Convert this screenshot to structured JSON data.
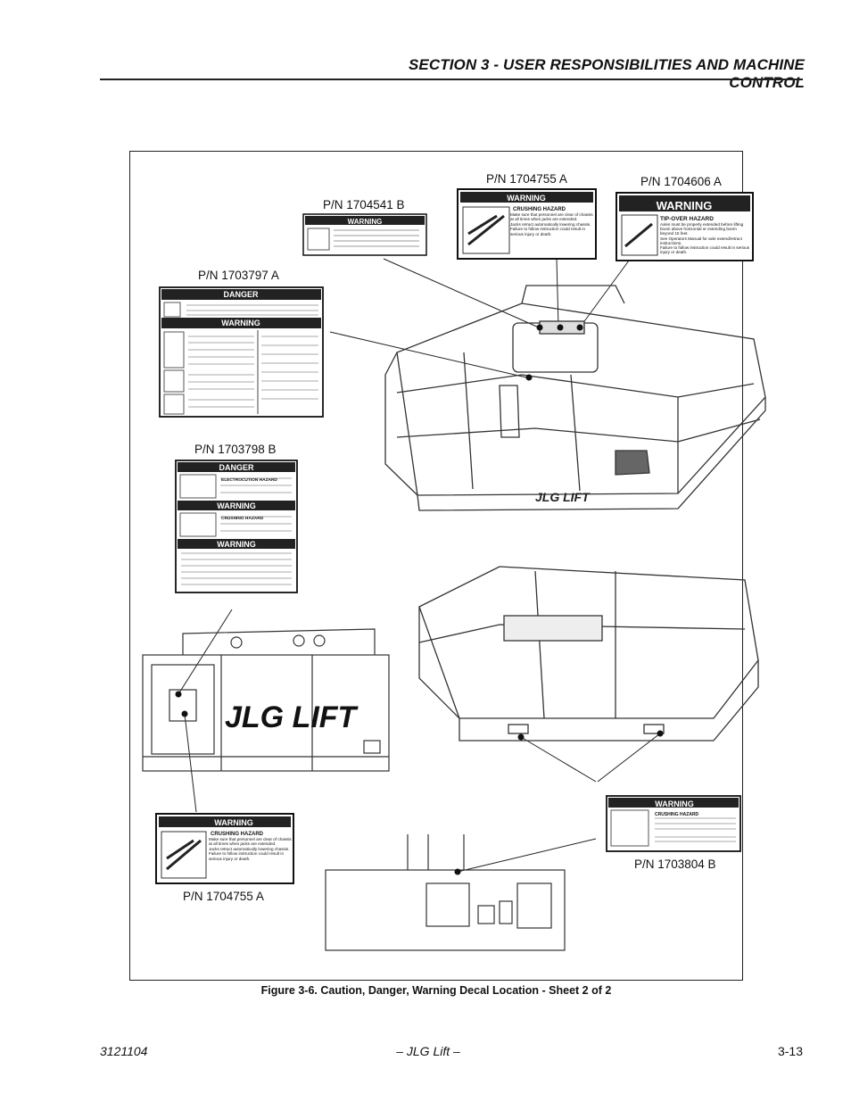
{
  "header": {
    "section_title": "SECTION 3 - USER RESPONSIBILITIES AND MACHINE CONTROL"
  },
  "figure": {
    "caption": "Figure 3-6.  Caution, Danger, Warning Decal Location - Sheet 2 of 2",
    "part_numbers": {
      "p1704541": "P/N 1704541 B",
      "p1704755_top": "P/N 1704755 A",
      "p1704606": "P/N 1704606 A",
      "p1703797": "P/N 1703797 A",
      "p1703798": "P/N 1703798 B",
      "p1703804": "P/N 1703804 B",
      "p1704755_bottom": "P/N 1704755 A"
    },
    "decals": {
      "warning_word": "WARNING",
      "danger_word": "DANGER",
      "crushing_hazard": "CRUSHING HAZARD",
      "tipover_hazard": "TIP-OVER HAZARD",
      "electrocution_hazard": "ELECTROCUTION HAZARD",
      "crush_text_1": "Make sure that personnel are clear of chassis at all times when jacks are extended.",
      "crush_text_2": "Jacks retract automatically lowering chassis.",
      "failure_text": "Failure to follow instruction could result in serious injury or death.",
      "tip_text_1": "Axles must be properly extended before lifting boom above horizontal or extending boom beyond 15 feet.",
      "tip_text_2": "See Operators Manual for axle extend/retract instructions.",
      "tip_failure": "Failure to follow instruction could result in serious injury or death.",
      "brand_lettering": "JLG LIFT"
    }
  },
  "footer": {
    "doc_number": "3121104",
    "center": "– JLG Lift –",
    "page": "3-13"
  }
}
